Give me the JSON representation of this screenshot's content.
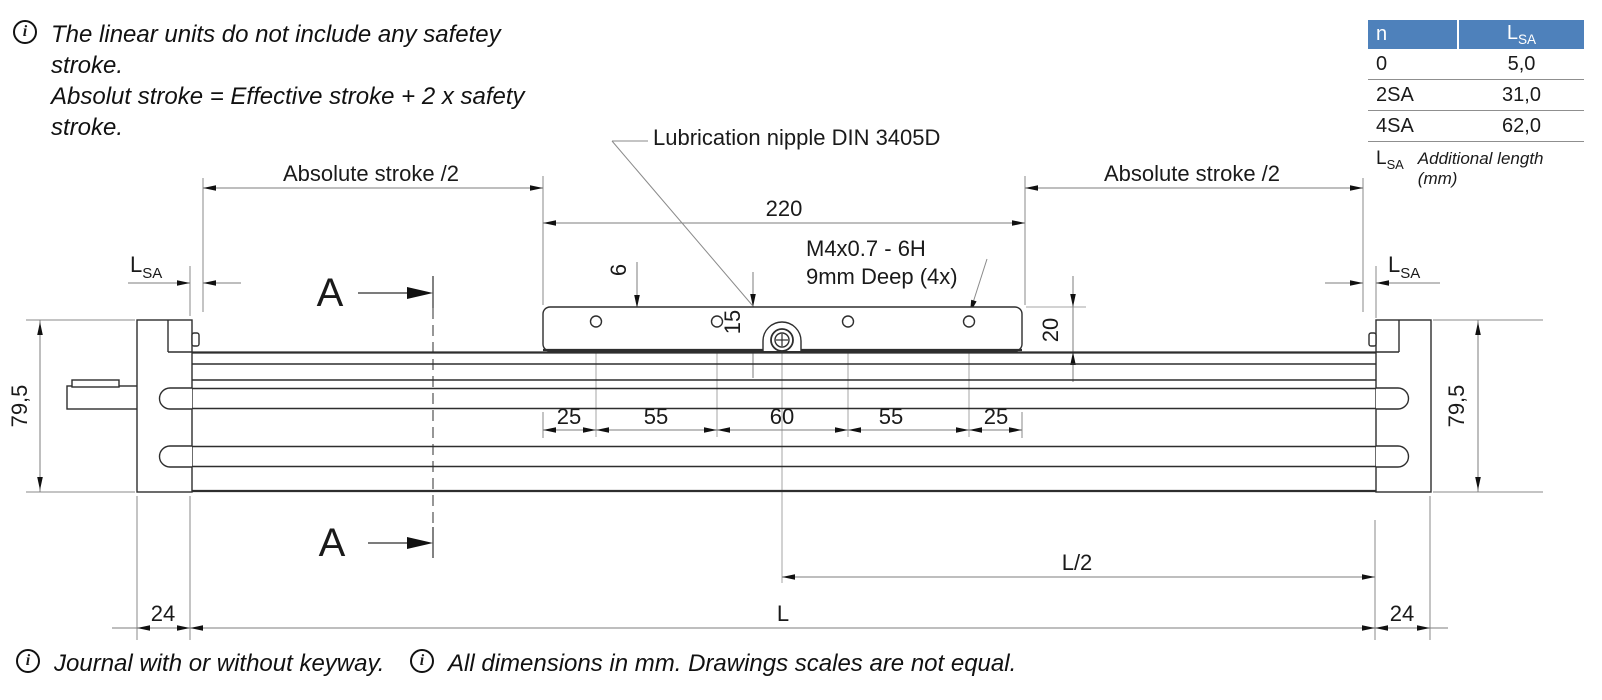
{
  "notes": {
    "info_symbol": "i",
    "top_line1": "The linear units do not include any safetey stroke.",
    "top_line2": "Absolut stroke = Effective stroke + 2 x safety stroke.",
    "bottom_left": "Journal with or without keyway.",
    "bottom_right": "All dimensions in mm. Drawings scales are not equal."
  },
  "table": {
    "header_bg": "#4e81bb",
    "col_n": "n",
    "col_lsa_main": "L",
    "col_lsa_sub": "SA",
    "rows": [
      {
        "n": "0",
        "lsa": "5,0"
      },
      {
        "n": "2SA",
        "lsa": "31,0"
      },
      {
        "n": "4SA",
        "lsa": "62,0"
      }
    ],
    "footer_sym_main": "L",
    "footer_sym_sub": "SA",
    "footer_text": "Additional length (mm)"
  },
  "drawing": {
    "callouts": {
      "lubrication": "Lubrication nipple DIN 3405D",
      "thread_line1": "M4x0.7 - 6H",
      "thread_line2": "9mm Deep (4x)"
    },
    "dims": {
      "stroke_half": "Absolute stroke /2",
      "lsa_main": "L",
      "lsa_sub": "SA",
      "d220": "220",
      "d6": "6",
      "d15": "15",
      "d20": "20",
      "d25": "25",
      "d55": "55",
      "d60": "60",
      "d795": "79,5",
      "d24": "24",
      "l_half": "L/2",
      "l": "L",
      "section": "A"
    }
  }
}
